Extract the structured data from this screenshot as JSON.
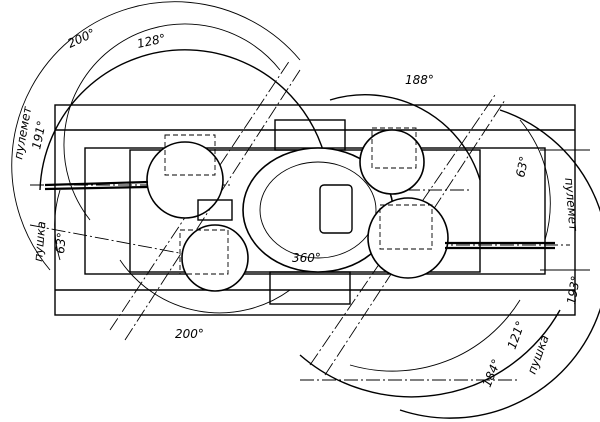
{
  "labels": {
    "a200_top": "200°",
    "a128": "128°",
    "a188": "188°",
    "a191": "191°",
    "mg_left": "пулемет",
    "gun_left": "пушка",
    "a63_left": "63°",
    "a63_right": "63°",
    "mg_right": "пулемет",
    "a193": "193°",
    "a360": "360°",
    "a200_bottom": "200°",
    "a121": "121°",
    "a184": "184°",
    "gun_right": "пушка"
  }
}
